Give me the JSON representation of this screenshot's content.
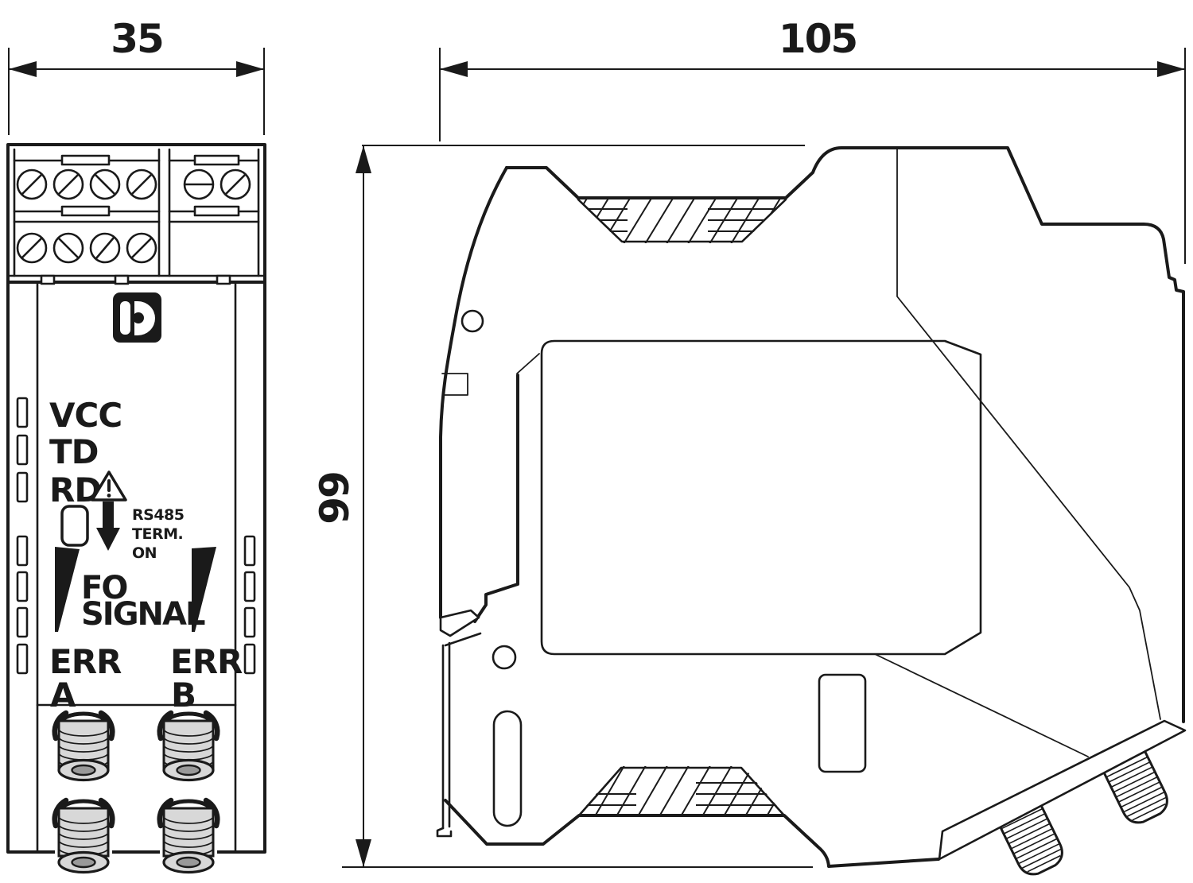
{
  "dimensions": {
    "width": "35",
    "depth": "105",
    "height": "99"
  },
  "front_panel": {
    "labels": {
      "led1": "VCC",
      "led2": "TD",
      "led3": "RD",
      "note1": "RS485",
      "note2": "TERM.",
      "note3": "ON",
      "fo1": "FO",
      "fo2": "SIGNAL",
      "err_a": "ERR",
      "err_b": "ERR",
      "ch_a": "A",
      "ch_b": "B"
    },
    "led_column_left": [
      "green",
      "yellow",
      "green",
      "green",
      "green",
      "yellow",
      "red"
    ],
    "led_column_right": [
      "green",
      "green",
      "yellow",
      "red"
    ]
  },
  "colors": {
    "line": "#1a1a1a",
    "led_green": "#0a9b4b",
    "led_yellow": "#ffd500",
    "led_red": "#e30613",
    "connector_body": "#d8d8d8",
    "connector_core": "#999999",
    "background": "#ffffff"
  }
}
